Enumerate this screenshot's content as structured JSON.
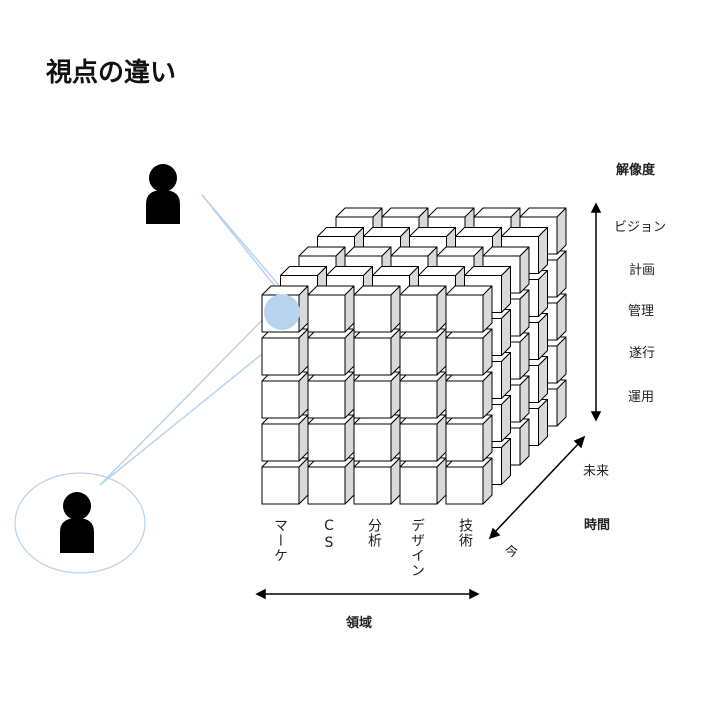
{
  "title": "視点の違い",
  "resolution_axis": {
    "label": "解像度",
    "levels": [
      "ビジョン",
      "計画",
      "管理",
      "遂行",
      "運用"
    ]
  },
  "time_axis": {
    "label": "時間",
    "future": "未来",
    "now": "今"
  },
  "domain_axis": {
    "label": "領域",
    "columns": [
      "マーケ",
      "CS",
      "分析",
      "デザイン",
      "技術"
    ]
  },
  "colors": {
    "highlight": "#b8d3ee",
    "sightline": "#b8d3ee",
    "person": "#000000",
    "cube_face": "#ffffff",
    "cube_side": "#d9d9d9",
    "cube_edge": "#000000"
  },
  "icons": [
    "person-icon",
    "person-icon"
  ]
}
